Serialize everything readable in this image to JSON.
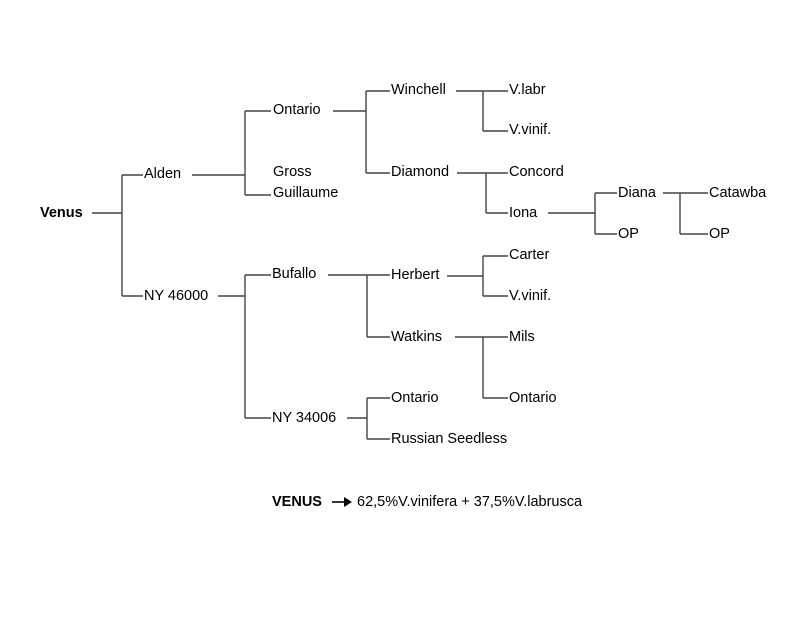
{
  "pedigree": {
    "root": "Venus",
    "alden": "Alden",
    "ny46000": "NY 46000",
    "ontario1": "Ontario",
    "gross": "Gross",
    "guillaume": "Guillaume",
    "winchell": "Winchell",
    "vlabr": "V.labr",
    "vvinif1": "V.vinif.",
    "diamond": "Diamond",
    "concord": "Concord",
    "iona": "Iona",
    "diana": "Diana",
    "op1": "OP",
    "catawba": "Catawba",
    "op2": "OP",
    "bufallo": "Bufallo",
    "herbert": "Herbert",
    "carter": "Carter",
    "vvinif2": "V.vinif.",
    "watkins": "Watkins",
    "mils": "Mils",
    "ontario2": "Ontario",
    "ny34006": "NY 34006",
    "ontario3": "Ontario",
    "russian": "Russian Seedless"
  },
  "summary": {
    "name": "VENUS",
    "arrow_icon": "right-arrow",
    "composition": "62,5%V.vinifera + 37,5%V.labrusca"
  }
}
